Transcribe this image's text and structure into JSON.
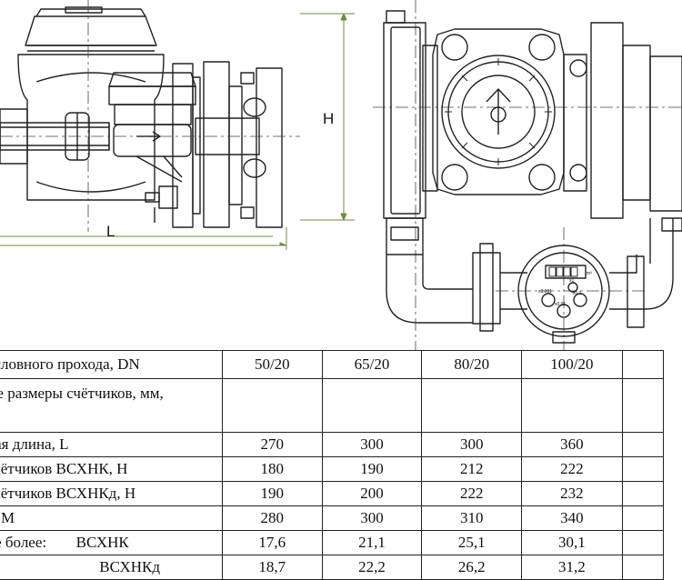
{
  "drawing": {
    "dim_L": "L",
    "dim_H": "H",
    "dial_marks": [
      "x0,001",
      "x0,01",
      "x0,1",
      "x1"
    ],
    "counter_unit": "m³"
  },
  "table": {
    "columns": [
      "50/20",
      "65/20",
      "80/20",
      "100/20"
    ],
    "rows": [
      {
        "label": "условного прохода, DN",
        "values": [
          "50/20",
          "65/20",
          "80/20",
          "100/20"
        ]
      },
      {
        "label": "ые размеры счётчиков, мм,",
        "values": [
          "",
          "",
          "",
          ""
        ]
      },
      {
        "label": "ная длина, L",
        "values": [
          "270",
          "300",
          "300",
          "360"
        ]
      },
      {
        "label": " счётчиков ВСХНК, H",
        "values": [
          "180",
          "190",
          "212",
          "222"
        ]
      },
      {
        "label": " счётчиков ВСХНКд, H",
        "values": [
          "190",
          "200",
          "222",
          "232"
        ]
      },
      {
        "label": "а, М",
        "values": [
          "280",
          "300",
          "310",
          "340"
        ]
      },
      {
        "label": "не более:",
        "sublabel": "ВСХНК",
        "values": [
          "17,6",
          "21,1",
          "25,1",
          "30,1"
        ]
      },
      {
        "label": "",
        "sublabel": "ВСХНКд",
        "values": [
          "18,7",
          "22,2",
          "26,2",
          "31,2"
        ]
      }
    ]
  }
}
